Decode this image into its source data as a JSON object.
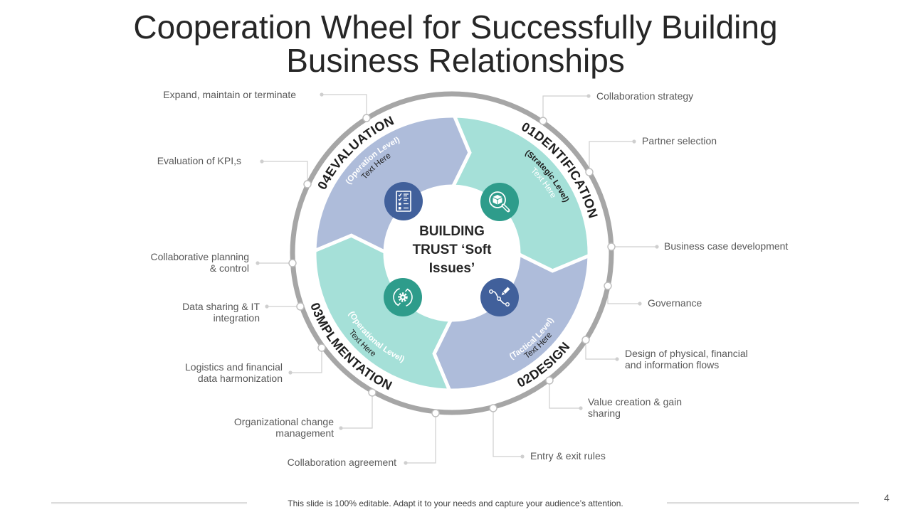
{
  "slide": {
    "title_lines": [
      "Cooperation Wheel for Successfully Building",
      "Business Relationships"
    ],
    "footer_text": "This slide is 100% editable. Adapt it to your needs and capture your audience’s attention.",
    "page_number": "4"
  },
  "wheel": {
    "center_text": [
      "BUILDING",
      "TRUST ‘Soft",
      "Issues’"
    ],
    "colors": {
      "segment_purple": "#aebcda",
      "segment_teal": "#a5e0d8",
      "icon_blue": "#41609b",
      "icon_teal": "#2e9c8b",
      "ring": "#a6a6a6",
      "connector": "#cfcfcf",
      "label_dark": "#1e1e1e",
      "label_light": "#ffffff"
    },
    "stages": [
      {
        "number": "01",
        "label": "01DENTIFICATION",
        "level": "(Strategic Level)",
        "text": "Text Here",
        "icon": "search-box-icon",
        "segment_color": "segment_teal",
        "icon_color": "icon_teal",
        "level_color": "label_dark",
        "text_color": "label_light"
      },
      {
        "number": "02",
        "label": "02DESIGN",
        "level": "(Tactical Level)",
        "text": "Text Here",
        "icon": "pen-tool-icon",
        "segment_color": "segment_purple",
        "icon_color": "icon_blue",
        "level_color": "label_light",
        "text_color": "label_dark"
      },
      {
        "number": "03",
        "label": "03MPLMENTATION",
        "level": "(Operational Level)",
        "text": "Text Here",
        "icon": "gear-refresh-icon",
        "segment_color": "segment_teal",
        "icon_color": "icon_teal",
        "level_color": "label_light",
        "text_color": "label_dark"
      },
      {
        "number": "04",
        "label": "04EVALUATION",
        "level": "(Operation Level)",
        "text": "Text Here",
        "icon": "checklist-icon",
        "segment_color": "segment_purple",
        "icon_color": "icon_blue",
        "level_color": "label_light",
        "text_color": "label_dark"
      }
    ]
  },
  "callouts": [
    {
      "text": "Collaboration strategy"
    },
    {
      "text": "Partner selection"
    },
    {
      "text": "Business case development"
    },
    {
      "text": "Governance"
    },
    {
      "text": "Design of physical, financial\nand information flows"
    },
    {
      "text": "Value creation & gain\nsharing"
    },
    {
      "text": "Entry & exit rules"
    },
    {
      "text": "Collaboration agreement"
    },
    {
      "text": "Organizational change\nmanagement"
    },
    {
      "text": "Logistics and financial\ndata harmonization"
    },
    {
      "text": "Data sharing & IT\nintegration"
    },
    {
      "text": "Collaborative planning\n& control"
    },
    {
      "text": "Evaluation of KPI,s"
    },
    {
      "text": "Expand, maintain or terminate"
    }
  ]
}
